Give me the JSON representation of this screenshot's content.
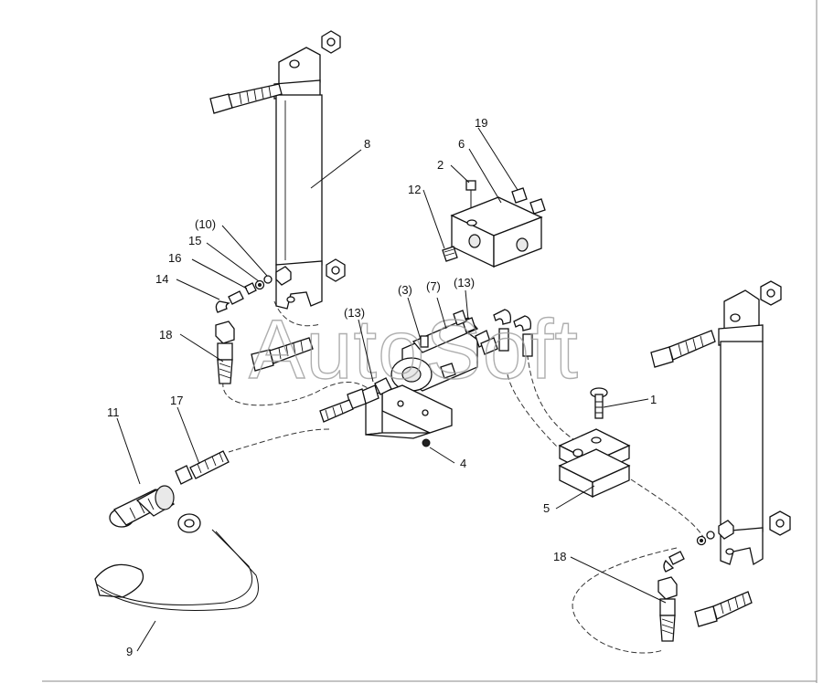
{
  "watermark": "AutoSoft",
  "callouts": {
    "c1": "1",
    "c2": "2",
    "c3": "(3)",
    "c4": "4",
    "c5": "5",
    "c6": "6",
    "c7": "(7)",
    "c8": "8",
    "c9": "9",
    "c10": "(10)",
    "c11": "11",
    "c12": "12",
    "c13a": "(13)",
    "c13b": "(13)",
    "c14": "14",
    "c15": "15",
    "c16": "16",
    "c17": "17",
    "c18a": "18",
    "c18b": "18",
    "c19": "19"
  },
  "colors": {
    "line": "#111111",
    "watermark": "#9a9a9a",
    "background": "#ffffff"
  }
}
